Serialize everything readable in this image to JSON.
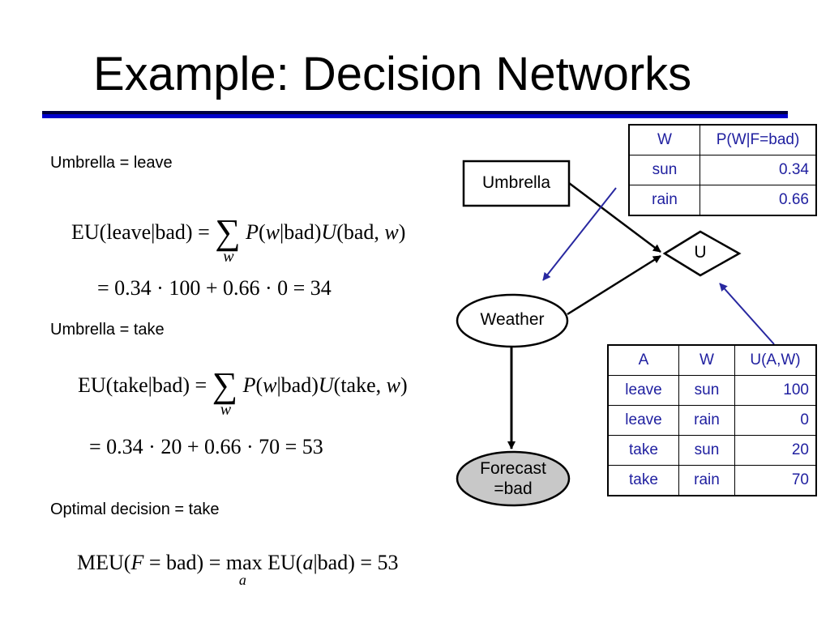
{
  "slide": {
    "title": "Example: Decision Networks"
  },
  "left": {
    "case_leave": "Umbrella = leave",
    "case_take": "Umbrella = take",
    "optimal": "Optimal decision = take"
  },
  "diagram": {
    "umbrella_node": "Umbrella",
    "utility_node": "U",
    "weather_node": "Weather",
    "forecast_line1": "Forecast",
    "forecast_line2": "=bad"
  },
  "prob_table": {
    "headers": [
      "W",
      "P(W|F=bad)"
    ],
    "rows": [
      [
        "sun",
        "0.34"
      ],
      [
        "rain",
        "0.66"
      ]
    ]
  },
  "util_table": {
    "headers": [
      "A",
      "W",
      "U(A,W)"
    ],
    "rows": [
      [
        "leave",
        "sun",
        "100"
      ],
      [
        "leave",
        "rain",
        "0"
      ],
      [
        "take",
        "sun",
        "20"
      ],
      [
        "take",
        "rain",
        "70"
      ]
    ]
  },
  "colors": {
    "table_text": "#2020a0",
    "arrow_blue": "#2828a0",
    "rule_blue": "#0000cc",
    "forecast_fill": "#c8c8c8"
  }
}
